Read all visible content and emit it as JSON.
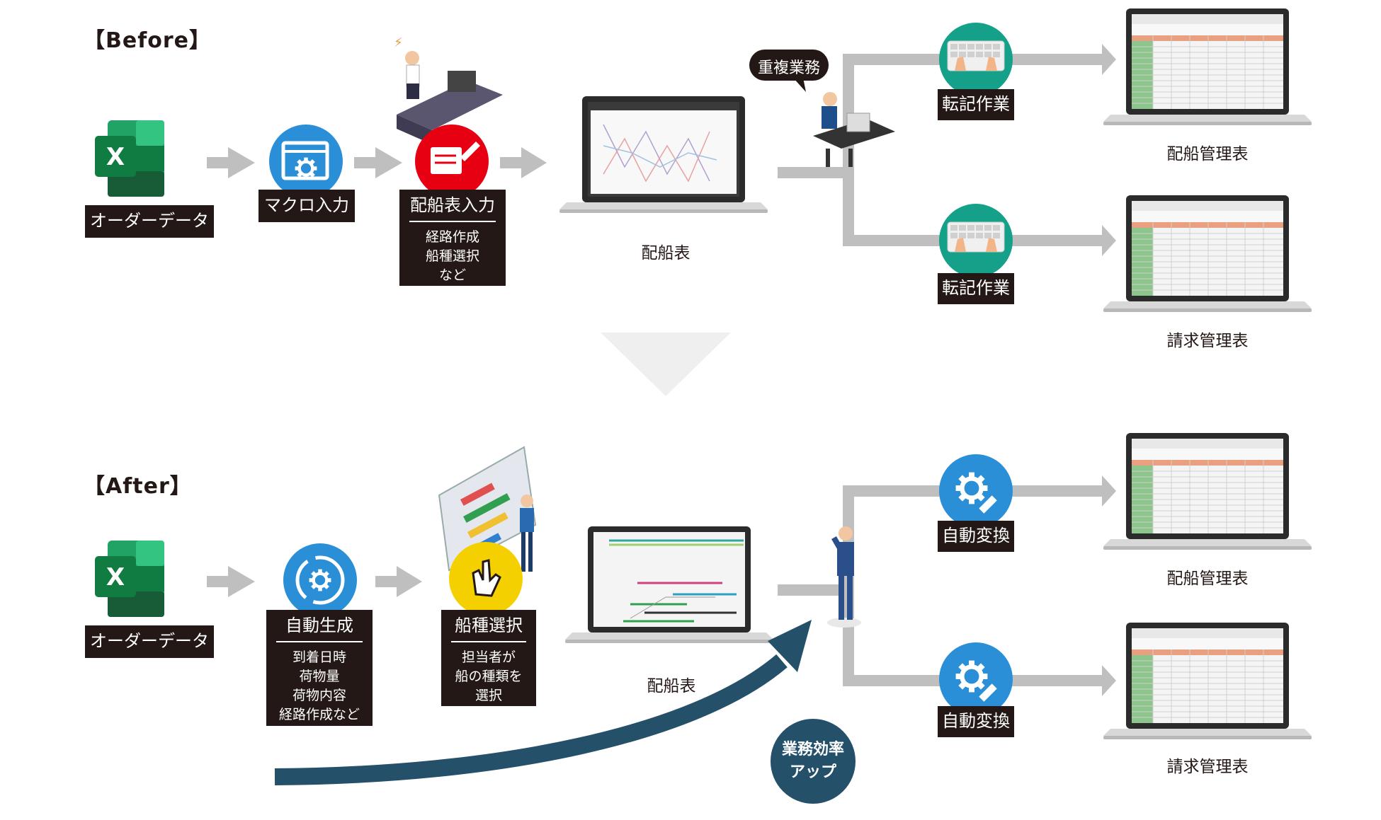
{
  "before": {
    "section_label": "【Before】",
    "order_data_label": "オーダーデータ",
    "macro_input_label": "マクロ入力",
    "ship_schedule_input_label": "配船表入力",
    "ship_schedule_input_sub": [
      "経路作成",
      "船種選択",
      "など"
    ],
    "ship_schedule_label": "配船表",
    "duplicate_work_bubble": "重複業務",
    "transcription_label_1": "転記作業",
    "transcription_label_2": "転記作業",
    "output_1_label": "配船管理表",
    "output_2_label": "請求管理表"
  },
  "after": {
    "section_label": "【After】",
    "order_data_label": "オーダーデータ",
    "auto_generate_label": "自動生成",
    "auto_generate_sub": [
      "到着日時",
      "荷物量",
      "荷物内容",
      "経路作成など"
    ],
    "ship_type_label": "船種選択",
    "ship_type_sub": [
      "担当者が",
      "船の種類を",
      "選択"
    ],
    "ship_schedule_label": "配船表",
    "auto_convert_label_1": "自動変換",
    "auto_convert_label_2": "自動変換",
    "output_1_label": "配船管理表",
    "output_2_label": "請求管理表",
    "efficiency_badge": [
      "業務効率",
      "アップ"
    ]
  },
  "colors": {
    "label_bg": "#231815",
    "arrow_gray": "#bfbfbf",
    "excel_green": "#1e7145",
    "blue_icon": "#2a8fd6",
    "red_icon": "#e60012",
    "teal_icon": "#14a089",
    "yellow_icon": "#f5d000",
    "navy_arrow": "#24506a"
  },
  "icons": [
    "excel-icon",
    "macro-gear-icon",
    "pen-document-icon",
    "keyboard-typing-icon",
    "auto-gear-icon",
    "hand-tap-icon",
    "refresh-gear-icon"
  ]
}
